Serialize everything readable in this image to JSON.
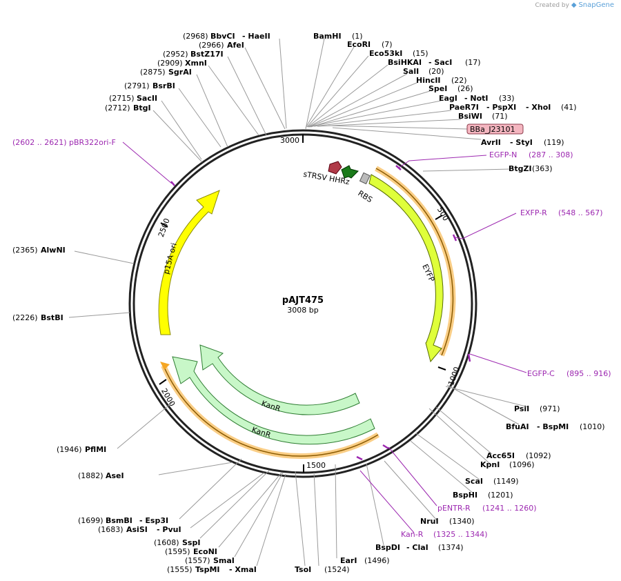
{
  "credit": {
    "prefix": "Created by",
    "brand": "SnapGene"
  },
  "plasmid": {
    "name": "pAJT475",
    "length": "3008 bp"
  },
  "ticks": [
    "3000",
    "500",
    "1000",
    "1500",
    "2000",
    "2500"
  ],
  "features": {
    "sTRSV": "sTRSV HHRz",
    "RBS": "RBS",
    "EYFP": "EYFP",
    "KanR_inner": "KanR",
    "KanR_outer": "KanR",
    "p15A": "p15A ori",
    "BBa": "BBa_J23101"
  },
  "sites": {
    "BbvCI": {
      "pos": "(2968)",
      "name": "BbvCI"
    },
    "HaeII": {
      "name": "- HaeII"
    },
    "AfeI": {
      "pos": "(2966)",
      "name": "AfeI"
    },
    "BstZ17I": {
      "pos": "(2952)",
      "name": "BstZ17I"
    },
    "XmnI": {
      "pos": "(2909)",
      "name": "XmnI"
    },
    "SgrAI": {
      "pos": "(2875)",
      "name": "SgrAI"
    },
    "BsrBI": {
      "pos": "(2791)",
      "name": "BsrBI"
    },
    "SacII": {
      "pos": "(2715)",
      "name": "SacII"
    },
    "BtgI": {
      "pos": "(2712)",
      "name": "BtgI"
    },
    "BamHI": {
      "name": "BamHI",
      "pos": "(1)"
    },
    "EcoRI": {
      "name": "EcoRI",
      "pos": "(7)"
    },
    "Eco53kI": {
      "name": "Eco53kI",
      "pos": "(15)"
    },
    "BsiHKAI": {
      "name": "BsiHKAI",
      "extra": "- SacI",
      "pos": "(17)"
    },
    "SalI": {
      "name": "SalI",
      "pos": "(20)"
    },
    "HincII": {
      "name": "HincII",
      "pos": "(22)"
    },
    "SpeI": {
      "name": "SpeI",
      "pos": "(26)"
    },
    "EagI": {
      "name": "EagI",
      "extra": "- NotI",
      "pos": "(33)"
    },
    "PaeR7I": {
      "name": "PaeR7I",
      "extra": "- PspXI",
      "extra2": "- XhoI",
      "pos": "(41)"
    },
    "BsiWI": {
      "name": "BsiWI",
      "pos": "(71)"
    },
    "AvrII": {
      "name": "AvrII",
      "extra": "- StyI",
      "pos": "(119)"
    },
    "BtgZI": {
      "name": "BtgZI",
      "pos": "(363)"
    },
    "PsiI": {
      "name": "PsiI",
      "pos": "(971)"
    },
    "BfuAI": {
      "name": "BfuAI",
      "extra": "- BspMI",
      "pos": "(1010)"
    },
    "Acc65I": {
      "name": "Acc65I",
      "pos": "(1092)"
    },
    "KpnI": {
      "name": "KpnI",
      "pos": "(1096)"
    },
    "ScaI": {
      "name": "ScaI",
      "pos": "(1149)"
    },
    "BspHI": {
      "name": "BspHI",
      "pos": "(1201)"
    },
    "NruI": {
      "name": "NruI",
      "pos": "(1340)"
    },
    "BspDI": {
      "name": "BspDI",
      "extra": "- ClaI",
      "pos": "(1374)"
    },
    "EarI": {
      "name": "EarI",
      "pos": "(1496)"
    },
    "TsoI": {
      "name": "TsoI",
      "pos": "(1524)"
    },
    "TspMI": {
      "pos": "(1555)",
      "name": "TspMI",
      "extra": "- XmaI"
    },
    "SmaI": {
      "pos": "(1557)",
      "name": "SmaI"
    },
    "EcoNI": {
      "pos": "(1595)",
      "name": "EcoNI"
    },
    "SspI": {
      "pos": "(1608)",
      "name": "SspI"
    },
    "AsiSI": {
      "pos": "(1683)",
      "name": "AsiSI",
      "extra": "- PvuI"
    },
    "BsmBI": {
      "pos": "(1699)",
      "name": "BsmBI",
      "extra": "- Esp3I"
    },
    "AseI": {
      "pos": "(1882)",
      "name": "AseI"
    },
    "PflMI": {
      "pos": "(1946)",
      "name": "PflMI"
    },
    "BstBI": {
      "pos": "(2226)",
      "name": "BstBI"
    },
    "AlwNI": {
      "pos": "(2365)",
      "name": "AlwNI"
    }
  },
  "primers": {
    "pBR322": {
      "pos": "(2602 .. 2621)",
      "name": "pBR322ori-F"
    },
    "EGFP_N": {
      "name": "EGFP-N",
      "pos": "(287 .. 308)"
    },
    "EXFP_R": {
      "name": "EXFP-R",
      "pos": "(548 .. 567)"
    },
    "EGFP_C": {
      "name": "EGFP-C",
      "pos": "(895 .. 916)"
    },
    "pENTR_R": {
      "name": "pENTR-R",
      "pos": "(1241 .. 1260)"
    },
    "Kan_R": {
      "name": "Kan-R",
      "pos": "(1325 .. 1344)"
    }
  },
  "colors": {
    "backbone": "#222222",
    "eyfp": "#dfff3a",
    "p15a": "#ffff00",
    "kanr": "#c8f7c8",
    "orange": "#f5a623",
    "primer": "#9c27b0",
    "strsv": "#b03a48",
    "promoter_arrow": "#1a7a1a",
    "rbs": "#bbbbbb",
    "bba_fill": "#f4b6c0"
  }
}
